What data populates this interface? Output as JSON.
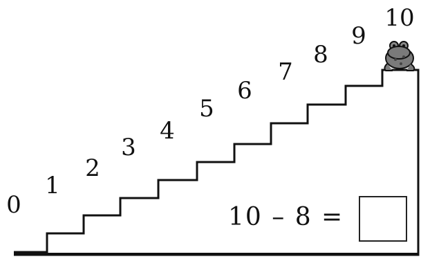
{
  "steps": [
    "0",
    "1",
    "2",
    "3",
    "4",
    "5",
    "6",
    "7",
    "8",
    "9",
    "10"
  ],
  "equation": "10 – 8 =",
  "answer": "",
  "icons": {
    "character": "frog-icon"
  },
  "colors": {
    "ink": "#111111",
    "frog": "#7a7a7a",
    "background": "#ffffff"
  }
}
